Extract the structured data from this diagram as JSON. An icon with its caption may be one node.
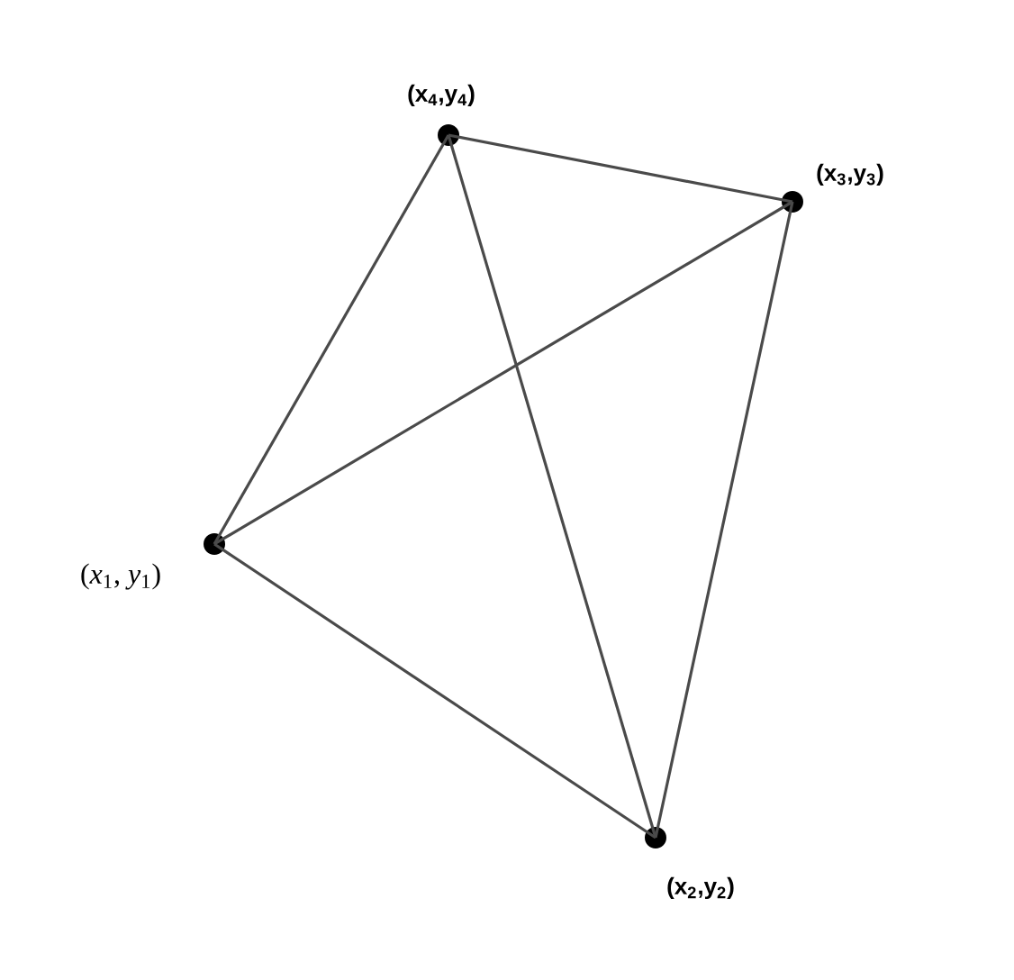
{
  "diagram": {
    "nodes": [
      {
        "text": [],
        "shape": "circle",
        "beside": [
          "(x$_{4}$,y$_{4}$)"
        ]
      },
      {
        "text": [],
        "shape": "circle",
        "beside": [
          "(x$_{3}$,y$_{3}$)"
        ]
      },
      {
        "text": [],
        "shape": "circle",
        "beside": [
          "(*x*$_{1}$, *y*$_{1}$)"
        ]
      },
      {
        "text": [],
        "shape": "circle",
        "beside": [
          "(x$_{2}$,y$_{2}$)"
        ]
      }
    ],
    "edges": [
      {
        "from": 2,
        "to": 0,
        "arrow": "none"
      },
      {
        "from": 2,
        "to": 1,
        "arrow": "none"
      },
      {
        "from": 2,
        "to": 3,
        "arrow": "none"
      },
      {
        "from": 0,
        "to": 1,
        "arrow": "none"
      },
      {
        "from": 0,
        "to": 3,
        "arrow": "none"
      },
      {
        "from": 1,
        "to": 3,
        "arrow": "none"
      }
    ]
  }
}
